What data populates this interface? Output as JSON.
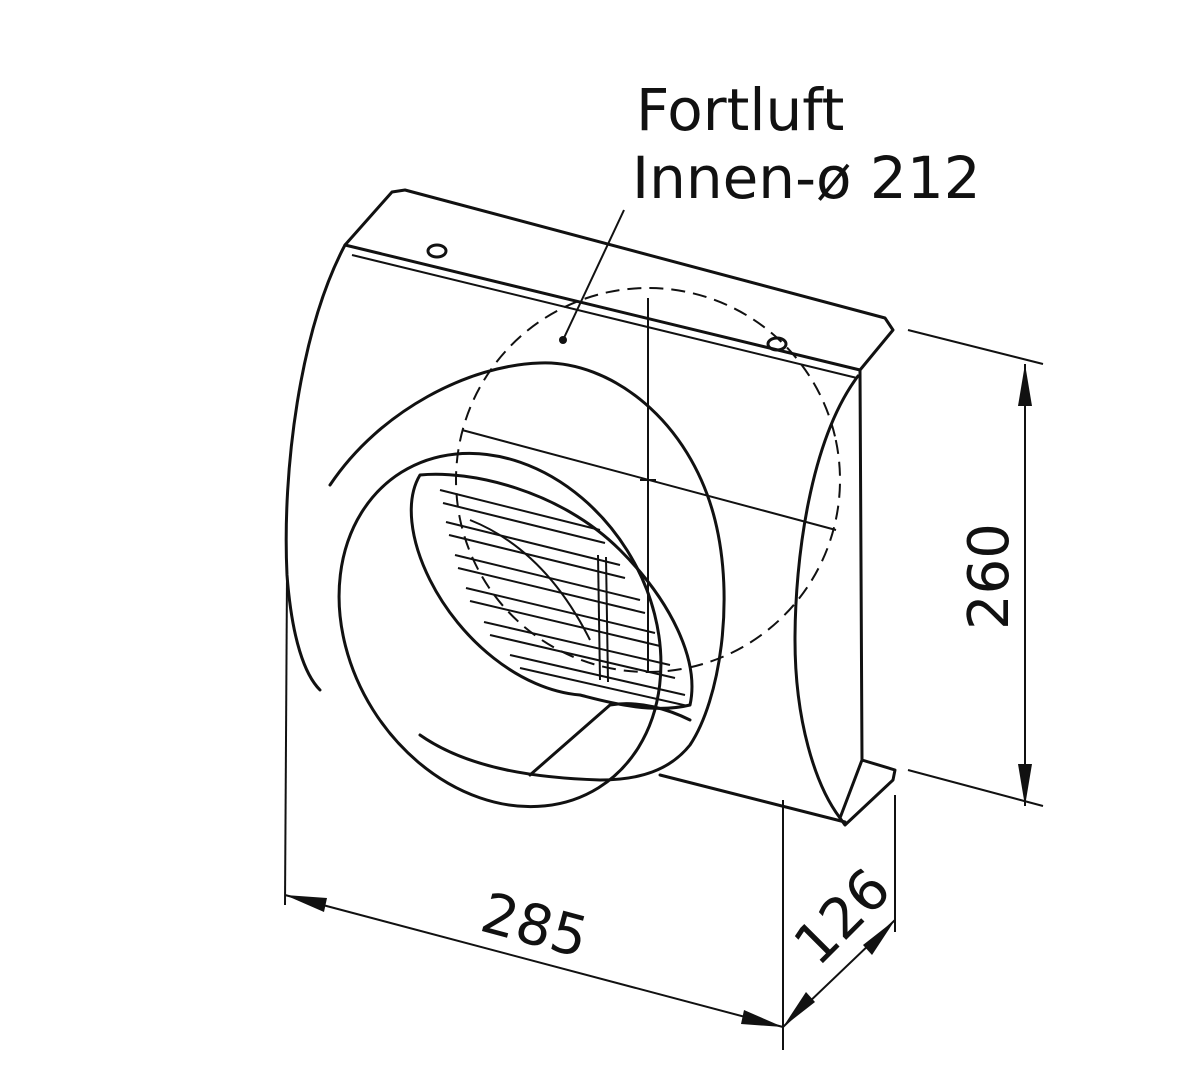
{
  "callout": {
    "line1": "Fortluft",
    "line2": "Innen-ø 212"
  },
  "dimensions": {
    "width": "285",
    "height": "260",
    "depth": "126"
  }
}
